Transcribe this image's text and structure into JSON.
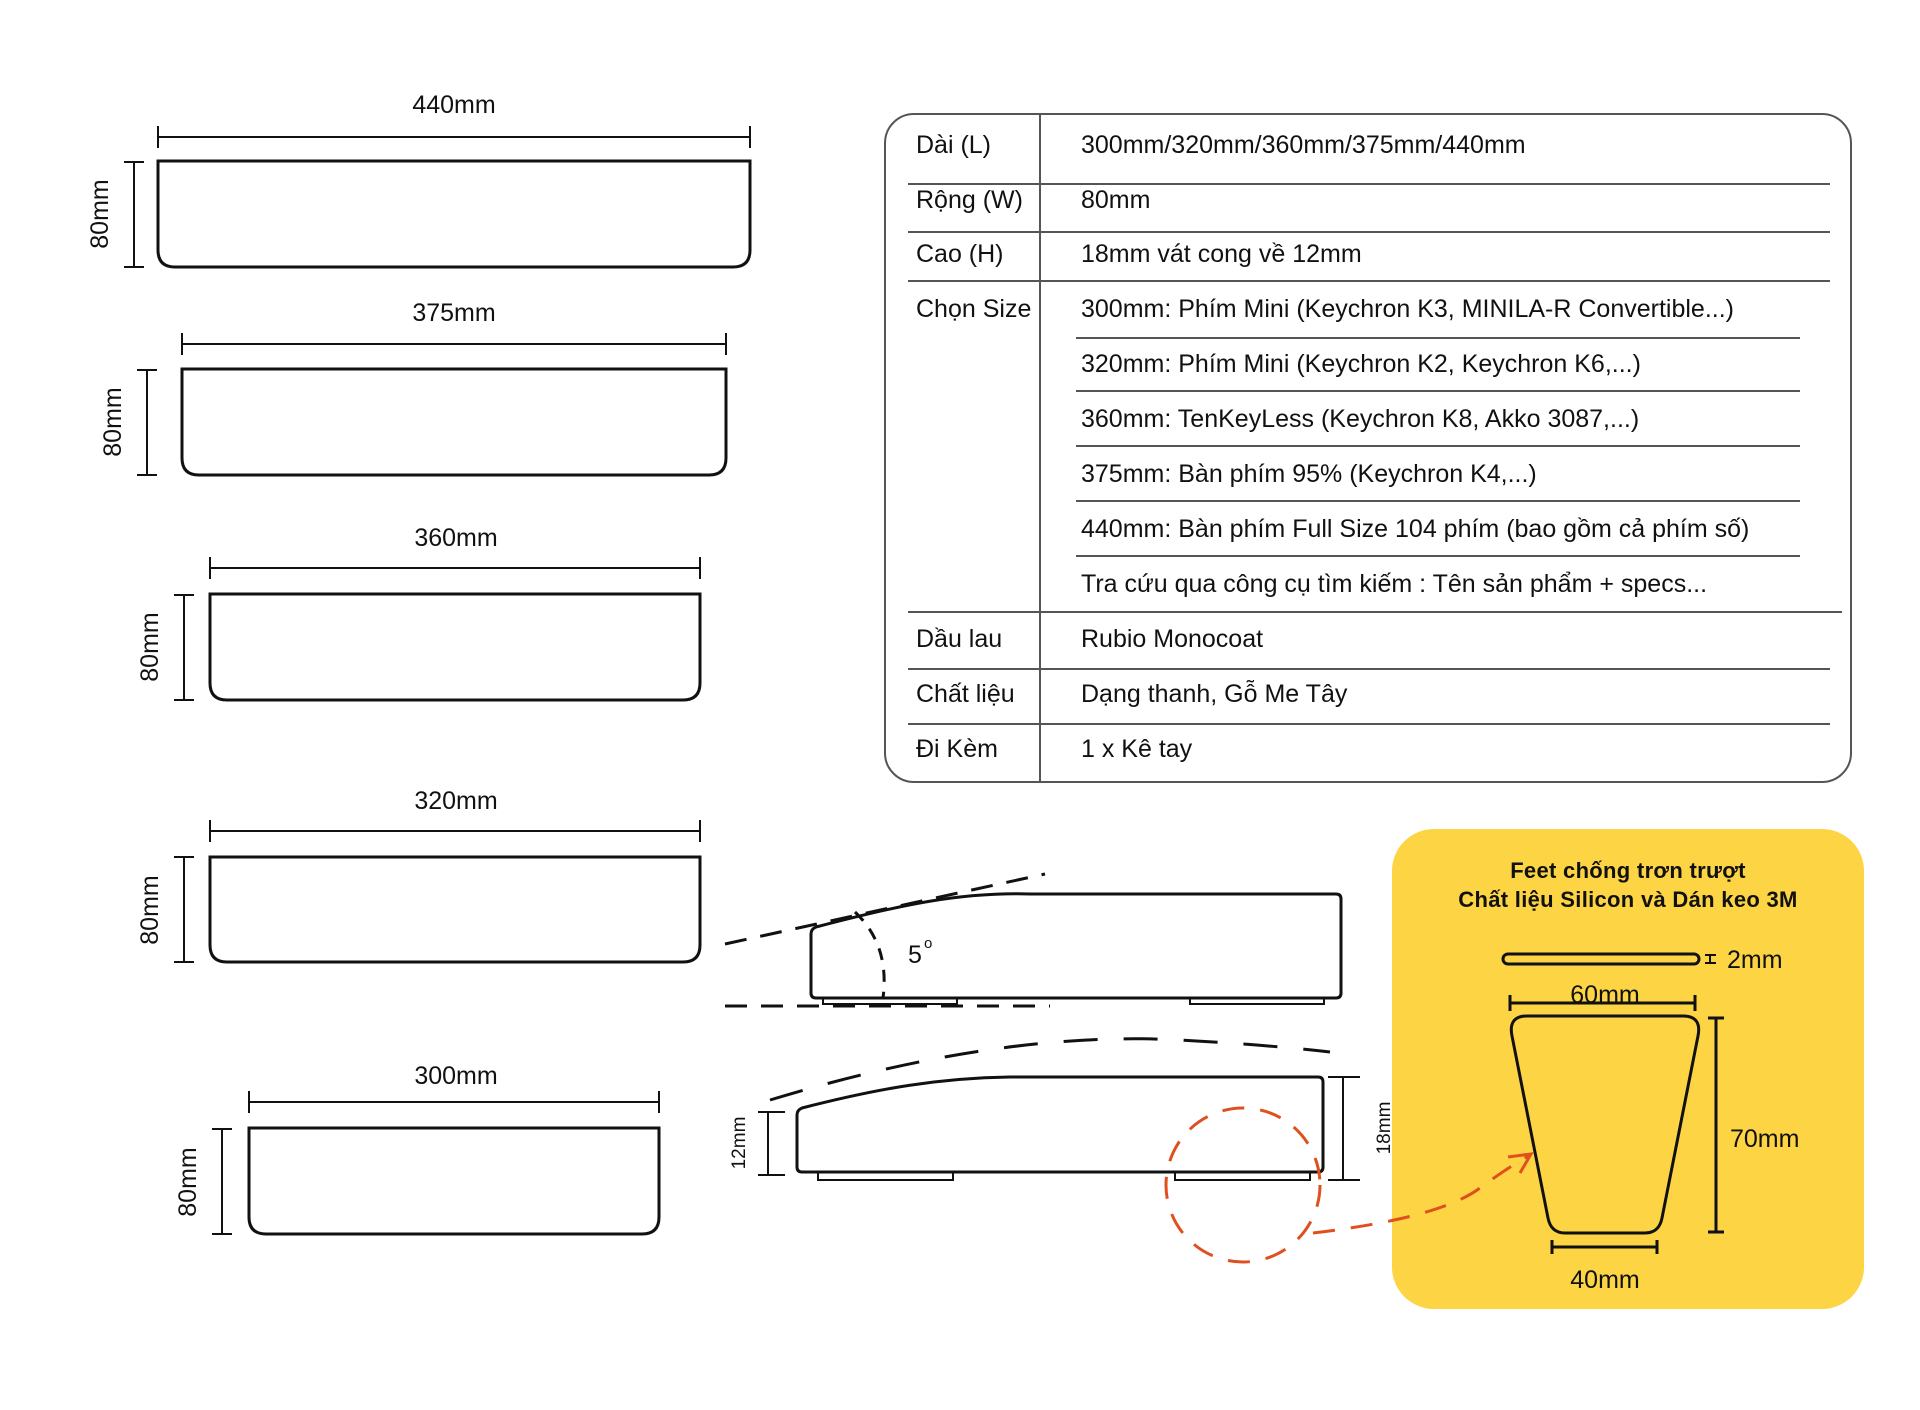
{
  "top_views": [
    {
      "length_label": "440mm",
      "width_label": "80mm"
    },
    {
      "length_label": "375mm",
      "width_label": "80mm"
    },
    {
      "length_label": "360mm",
      "width_label": "80mm"
    },
    {
      "length_label": "320mm",
      "width_label": "80mm"
    },
    {
      "length_label": "300mm",
      "width_label": "80mm"
    }
  ],
  "side_profile": {
    "angle_label": "5",
    "angle_unit": "o",
    "front_height_label": "12mm",
    "back_height_label": "18mm"
  },
  "spec_table": {
    "rows": [
      {
        "key": "Dài (L)",
        "values": [
          "300mm/320mm/360mm/375mm/440mm"
        ]
      },
      {
        "key": "Rộng (W)",
        "values": [
          "80mm"
        ]
      },
      {
        "key": "Cao (H)",
        "values": [
          "18mm vát cong về 12mm"
        ]
      },
      {
        "key": "Chọn Size",
        "values": [
          "300mm: Phím Mini (Keychron K3, MINILA-R Convertible...)",
          "320mm: Phím Mini (Keychron K2, Keychron K6,...)",
          "360mm: TenKeyLess (Keychron K8, Akko 3087,...)",
          "375mm: Bàn phím 95% (Keychron K4,...)",
          "440mm: Bàn phím Full Size 104 phím (bao gồm cả phím số)",
          "Tra cứu qua công cụ tìm kiếm : Tên sản phẩm + specs..."
        ]
      },
      {
        "key": "Dầu lau",
        "values": [
          "Rubio Monocoat"
        ]
      },
      {
        "key": "Chất liệu",
        "values": [
          "Dạng thanh, Gỗ Me Tây"
        ]
      },
      {
        "key": "Đi Kèm",
        "values": [
          "1 x Kê tay"
        ]
      }
    ]
  },
  "feet_card": {
    "title_line1": "Feet chống trơn trượt",
    "title_line2": "Chất liệu Silicon và Dán keo 3M",
    "thickness_label": "2mm",
    "top_width_label": "60mm",
    "height_label": "70mm",
    "bottom_width_label": "40mm",
    "background_color": "#FDD444",
    "callout_color": "#E0501E"
  }
}
